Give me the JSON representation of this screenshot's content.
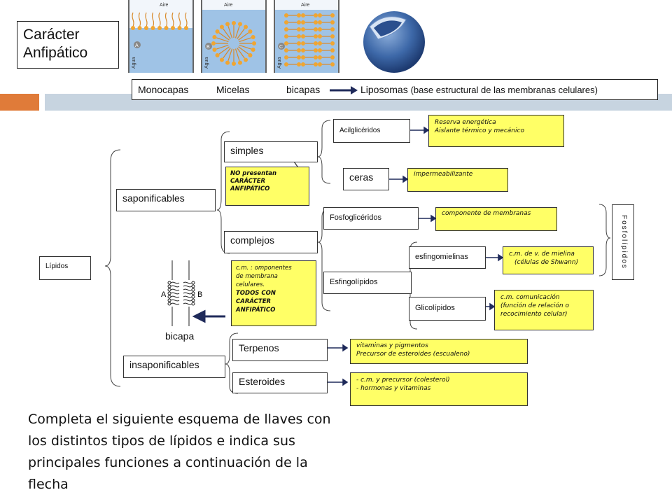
{
  "title": "Carácter\nAnfipático",
  "figures": {
    "aire": "Aire",
    "agua": "Agua",
    "letters": [
      "A",
      "B",
      "C"
    ]
  },
  "banner": {
    "monocapas": "Monocapas",
    "micelas": "Micelas",
    "bicapas": "bicapas",
    "liposomas": "Liposomas",
    "liposomas_note": "(base estructural de las membranas celulares)"
  },
  "nodes": {
    "lipidos": "Lípidos",
    "saponificables": "saponificables",
    "insaponificables": "insaponificables",
    "simples": "simples",
    "complejos": "complejos",
    "acilgliceridos": "Acilglicéridos",
    "ceras": "ceras",
    "fosfogliceridos": "Fosfoglicéridos",
    "esfingolipidos": "Esfingolípidos",
    "esfingomielinas": "esfingomielinas",
    "glicolipidos": "Glicolípidos",
    "terpenos": "Terpenos",
    "esteroides": "Esteroides",
    "fosfolipidos": "Fosfolípidos"
  },
  "notes": {
    "simples_line1": "NO  presentan",
    "simples_line2": "CARÁCTER",
    "simples_line3": "ANFIPÁTICO",
    "complejos_line1": "c.m. : omponentes",
    "complejos_line2": "de membrana",
    "complejos_line3": "celulares.",
    "complejos_line4": "TODOS CON",
    "complejos_line5": "CARÁCTER",
    "complejos_line6": "ANFIPÁTICO"
  },
  "functions": {
    "acil_1": "Reserva energética",
    "acil_2": "Aislante térmico y mecánico",
    "ceras": "impermeabilizante",
    "fosfo": "componente de membranas",
    "esfingo_1": "c.m. de v. de mielina",
    "esfingo_2": "(células de Shwann)",
    "glico_1": "c.m. comunicación",
    "glico_2": "(función de relación o",
    "glico_3": "recocimiento celular)",
    "terp_1": "vitaminas y pigmentos",
    "terp_2": "Precursor de esteroides (escualeno)",
    "ester_1": "- c.m. y precursor (colesterol)",
    "ester_2": "- hormonas y vitaminas"
  },
  "bicapa": {
    "label": "bicapa",
    "letter_a": "A",
    "letter_b": "B"
  },
  "instruction": "Completa el siguiente esquema de llaves con los distintos tipos de lípidos e indica sus principales funciones a continuación de la flecha",
  "colors": {
    "accent_orange": "#e07b39",
    "bar_gray": "#c7d4e0",
    "function_yellow": "#ffff66",
    "arrow_navy": "#1f2a5a",
    "liposome_blue": "#4a78b8"
  }
}
